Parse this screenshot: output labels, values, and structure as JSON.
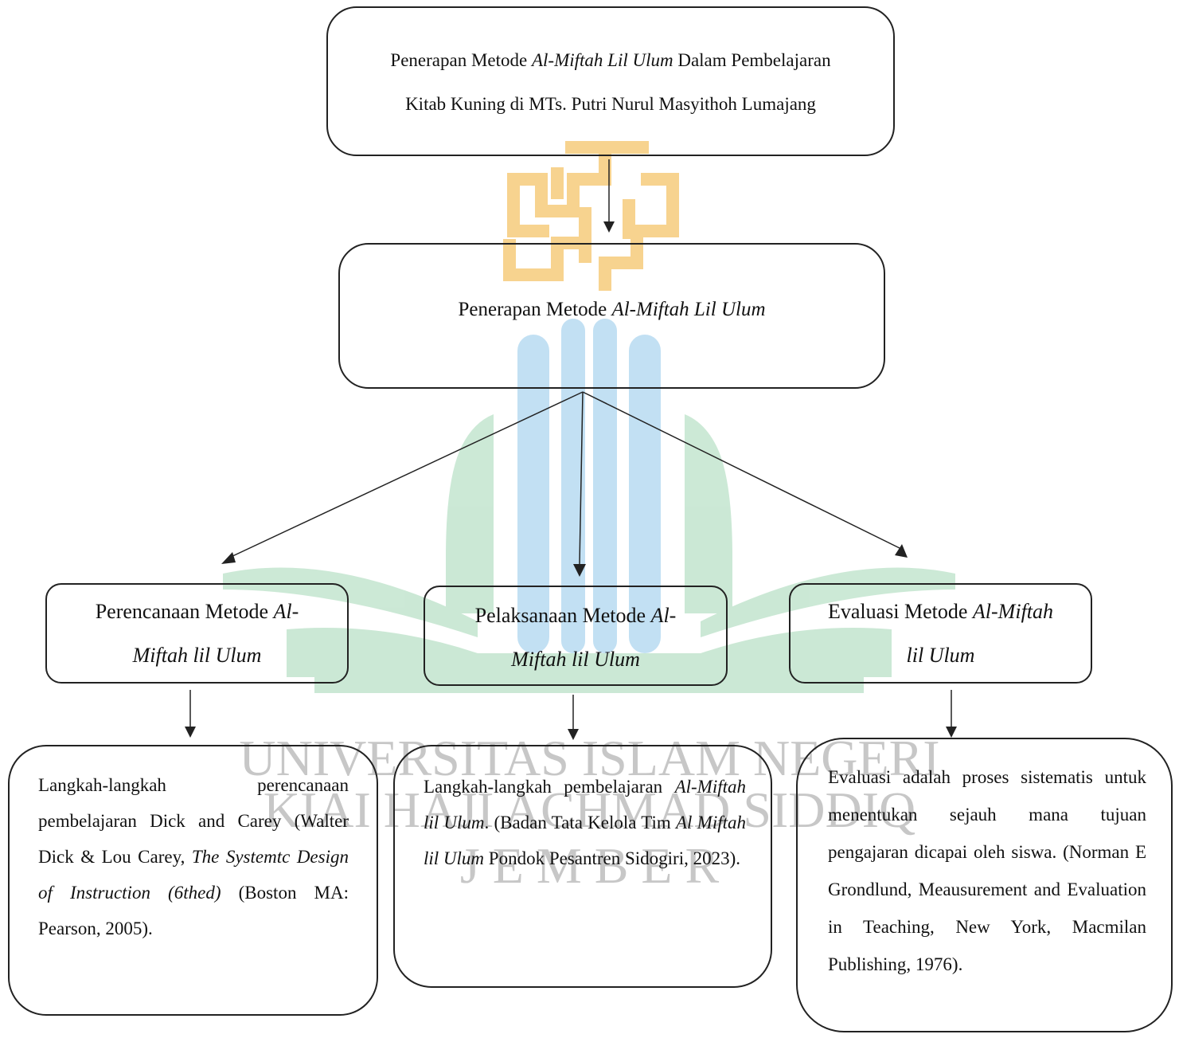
{
  "colors": {
    "border": "#222222",
    "watermark_gold": "#f5c56a",
    "watermark_blue": "#a9d4ee",
    "watermark_green": "#b6dfc4",
    "watermark_text": "#9a9a9a"
  },
  "watermark": {
    "line1": "UNIVERSITAS ISLAM NEGERI",
    "line2": "KIAI HAJI ACHMAD SIDDIQ",
    "line3": "J E M B E R",
    "logo_icon": "university-logo-icon"
  },
  "top": {
    "line1_pre": "Penerapan Metode ",
    "line1_em": "Al-Miftah Lil Ulum",
    "line1_post": " Dalam Pembelajaran",
    "line2": "Kitab Kuning di  MTs.  Putri Nurul Masyithoh Lumajang"
  },
  "middle": {
    "pre": "Penerapan Metode ",
    "em": "Al-Miftah Lil Ulum"
  },
  "left": {
    "head_pre": "Perencanaan Metode ",
    "head_em1": "Al-",
    "head_em2": "Miftah lil Ulum",
    "body_1": "Langkah-langkah perencanaan pembelajaran Dick and Carey (Walter Dick & Lou Carey, ",
    "body_em": "The Systemtc Design of Instruction (6thed)",
    "body_2": " (Boston MA: Pearson, 2005)."
  },
  "center": {
    "head_pre": "Pelaksanaan  Metode ",
    "head_em1": "Al-",
    "head_em2": "Miftah lil Ulum",
    "body_1": "Langkah-langkah pembelajaran ",
    "body_em1": "Al-Miftah lil Ulum",
    "body_2": ". (Badan Tata Kelola Tim ",
    "body_em2": "Al Miftah lil Ulum",
    "body_3": " Pondok Pesantren Sidogiri, 2023)."
  },
  "right": {
    "head_pre": "Evaluasi Metode ",
    "head_em1": "Al-Miftah",
    "head_em2": "lil Ulum",
    "body": "Evaluasi adalah proses sistematis untuk menentukan sejauh mana tujuan pengajaran dicapai oleh siswa. (Norman E Grondlund, Meausurement and Evaluation in Teaching, New York, Macmilan Publishing, 1976)."
  }
}
